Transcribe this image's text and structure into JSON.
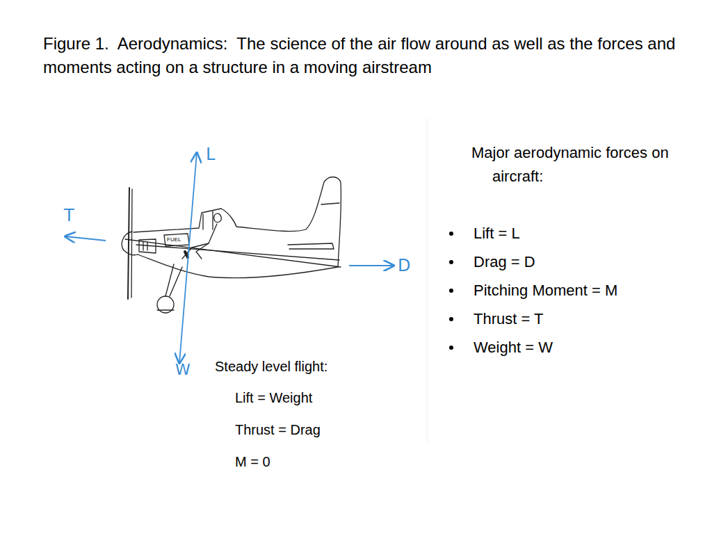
{
  "diagram": {
    "title": "Figure 1.  Aerodynamics:  The science of the air flow around as well as the forces and moments acting on a structure in a moving airstream",
    "labels": [
      "L",
      "T",
      "D",
      "W",
      "FUEL",
      "Major aerodynamic forces on aircraft:",
      "Lift = L",
      "Drag = D",
      "Pitching Moment = M",
      "Thrust = T",
      "Weight = W",
      "Steady level flight:",
      "Lift = Weight",
      "Thrust = Drag",
      "M = 0"
    ]
  }
}
